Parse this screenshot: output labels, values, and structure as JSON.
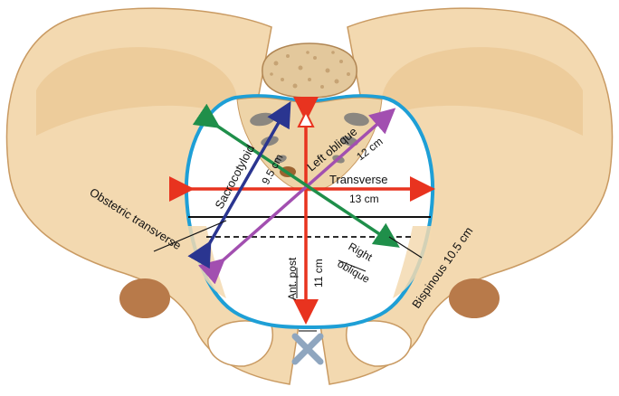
{
  "labels": {
    "sacrocotyloid": "Sacrocotyloid",
    "sacrocotyloid_value": "9.5 cm",
    "left_oblique": "Left oblique",
    "left_oblique_value": "12 cm",
    "transverse": "Transverse",
    "transverse_value": "13 cm",
    "obstetric_transverse": "Obstetric transverse",
    "ant_post": "Ant. post",
    "ant_post_value": "11 cm",
    "right_oblique_1": "Right",
    "right_oblique_2": "oblique",
    "bispinous": "Bispinous 10.5 cm"
  },
  "colors": {
    "bone": "#f3d9b0",
    "bone_shadow": "#d9b27f",
    "brim": "#1e9fd6",
    "transverse": "#e8331f",
    "ant_post": "#e8331f",
    "left_oblique": "#a24fb0",
    "right_oblique": "#1f8f4a",
    "sacrocotyloid": "#2a3590",
    "cavity": "#ffffff"
  },
  "icons": {
    "pubic_symphysis": "symphysis-x-icon"
  }
}
